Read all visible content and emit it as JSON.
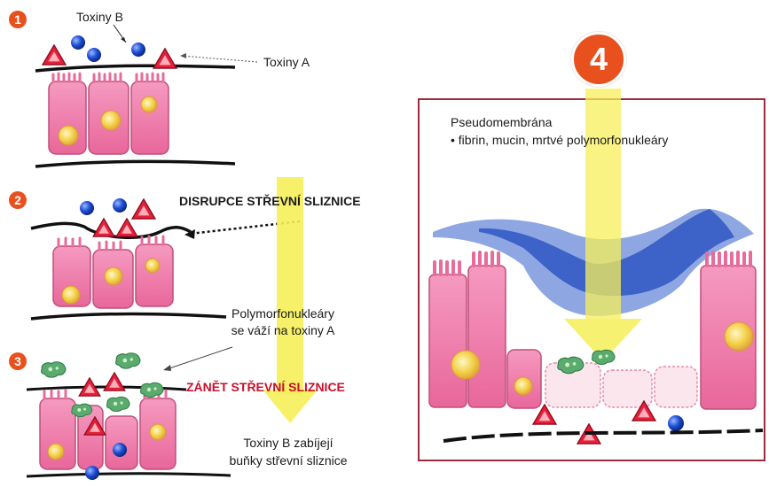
{
  "colors": {
    "badge": "#e8501e",
    "arrow_yellow": "#f5ef58",
    "toxin_a": "#e81e3a",
    "toxin_b": "#1f4fd8",
    "cell_pink": "#f07aa8",
    "nucleus": "#f4d14a",
    "pmn_green": "#5bab6e",
    "pseudomembrane_light": "#8ea7e2",
    "pseudomembrane_dark": "#3d63c9",
    "frame_border": "#a02a3c",
    "inflammation_text": "#c8102e"
  },
  "steps": {
    "s1": {
      "number": "1"
    },
    "s2": {
      "number": "2"
    },
    "s3": {
      "number": "3"
    },
    "s4": {
      "number": "4"
    }
  },
  "labels": {
    "toxiny_b": "Toxiny B",
    "toxiny_a": "Toxiny A",
    "disrupce": "DISRUPCE STŘEVNÍ SLIZNICE",
    "polymorfo_line1": "Polymorfonukleáry",
    "polymorfo_line2": "se váží na toxiny A",
    "zanet": "ZÁNĚT STŘEVNÍ SLIZNICE",
    "toxiny_b_zabijeji_line1": "Toxiny B zabíjejí",
    "toxiny_b_zabijeji_line2": "buňky střevní sliznice",
    "pseudomembrana_title": "Pseudomembrána",
    "pseudomembrana_detail": "• fibrin, mucin, mrtvé polymorfonukleáry"
  },
  "icons": {
    "toxin_a": "red-triangle",
    "toxin_b": "blue-sphere",
    "pmn": "green-blob",
    "arrow": "yellow-down-arrow"
  }
}
